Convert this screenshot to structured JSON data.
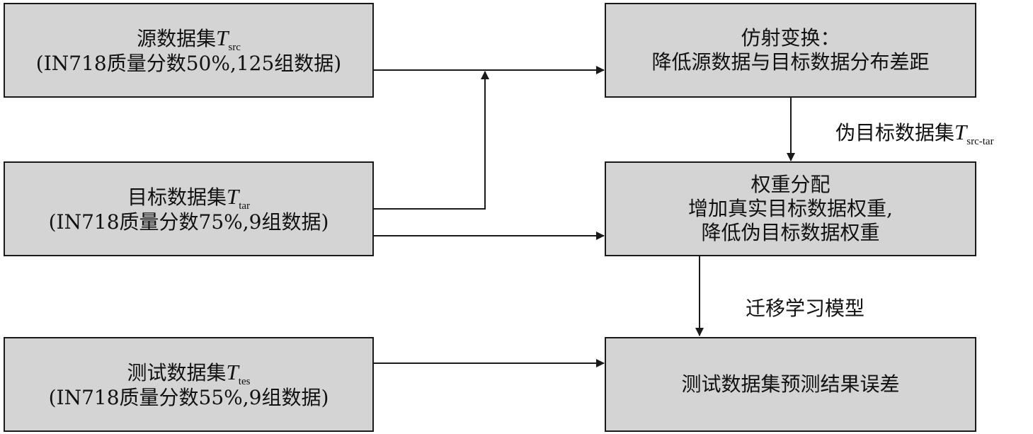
{
  "nodes": {
    "source": {
      "title": "源数据集",
      "t": "T",
      "sub": "src",
      "detail": "(IN718质量分数50%,125组数据)"
    },
    "target": {
      "title": "目标数据集",
      "t": "T",
      "sub": "tar",
      "detail": "(IN718质量分数75%,9组数据)"
    },
    "test": {
      "title": "测试数据集",
      "t": "T",
      "sub": "tes",
      "detail": "(IN718质量分数55%,9组数据)"
    },
    "affine": {
      "line1": "仿射变换：",
      "line2": "降低源数据与目标数据分布差距"
    },
    "weight": {
      "line1": "权重分配",
      "line2": "增加真实目标数据权重,",
      "line3": "降低伪目标数据权重"
    },
    "result": {
      "line1": "测试数据集预测结果误差"
    }
  },
  "edge_labels": {
    "pseudo_target": {
      "text": "伪目标数据集",
      "t": "T",
      "sub": "src-tar"
    },
    "transfer_model": {
      "text": "迁移学习模型"
    }
  },
  "colors": {
    "box_fill": "#d4d4d4",
    "stroke": "#1a1a1a"
  }
}
